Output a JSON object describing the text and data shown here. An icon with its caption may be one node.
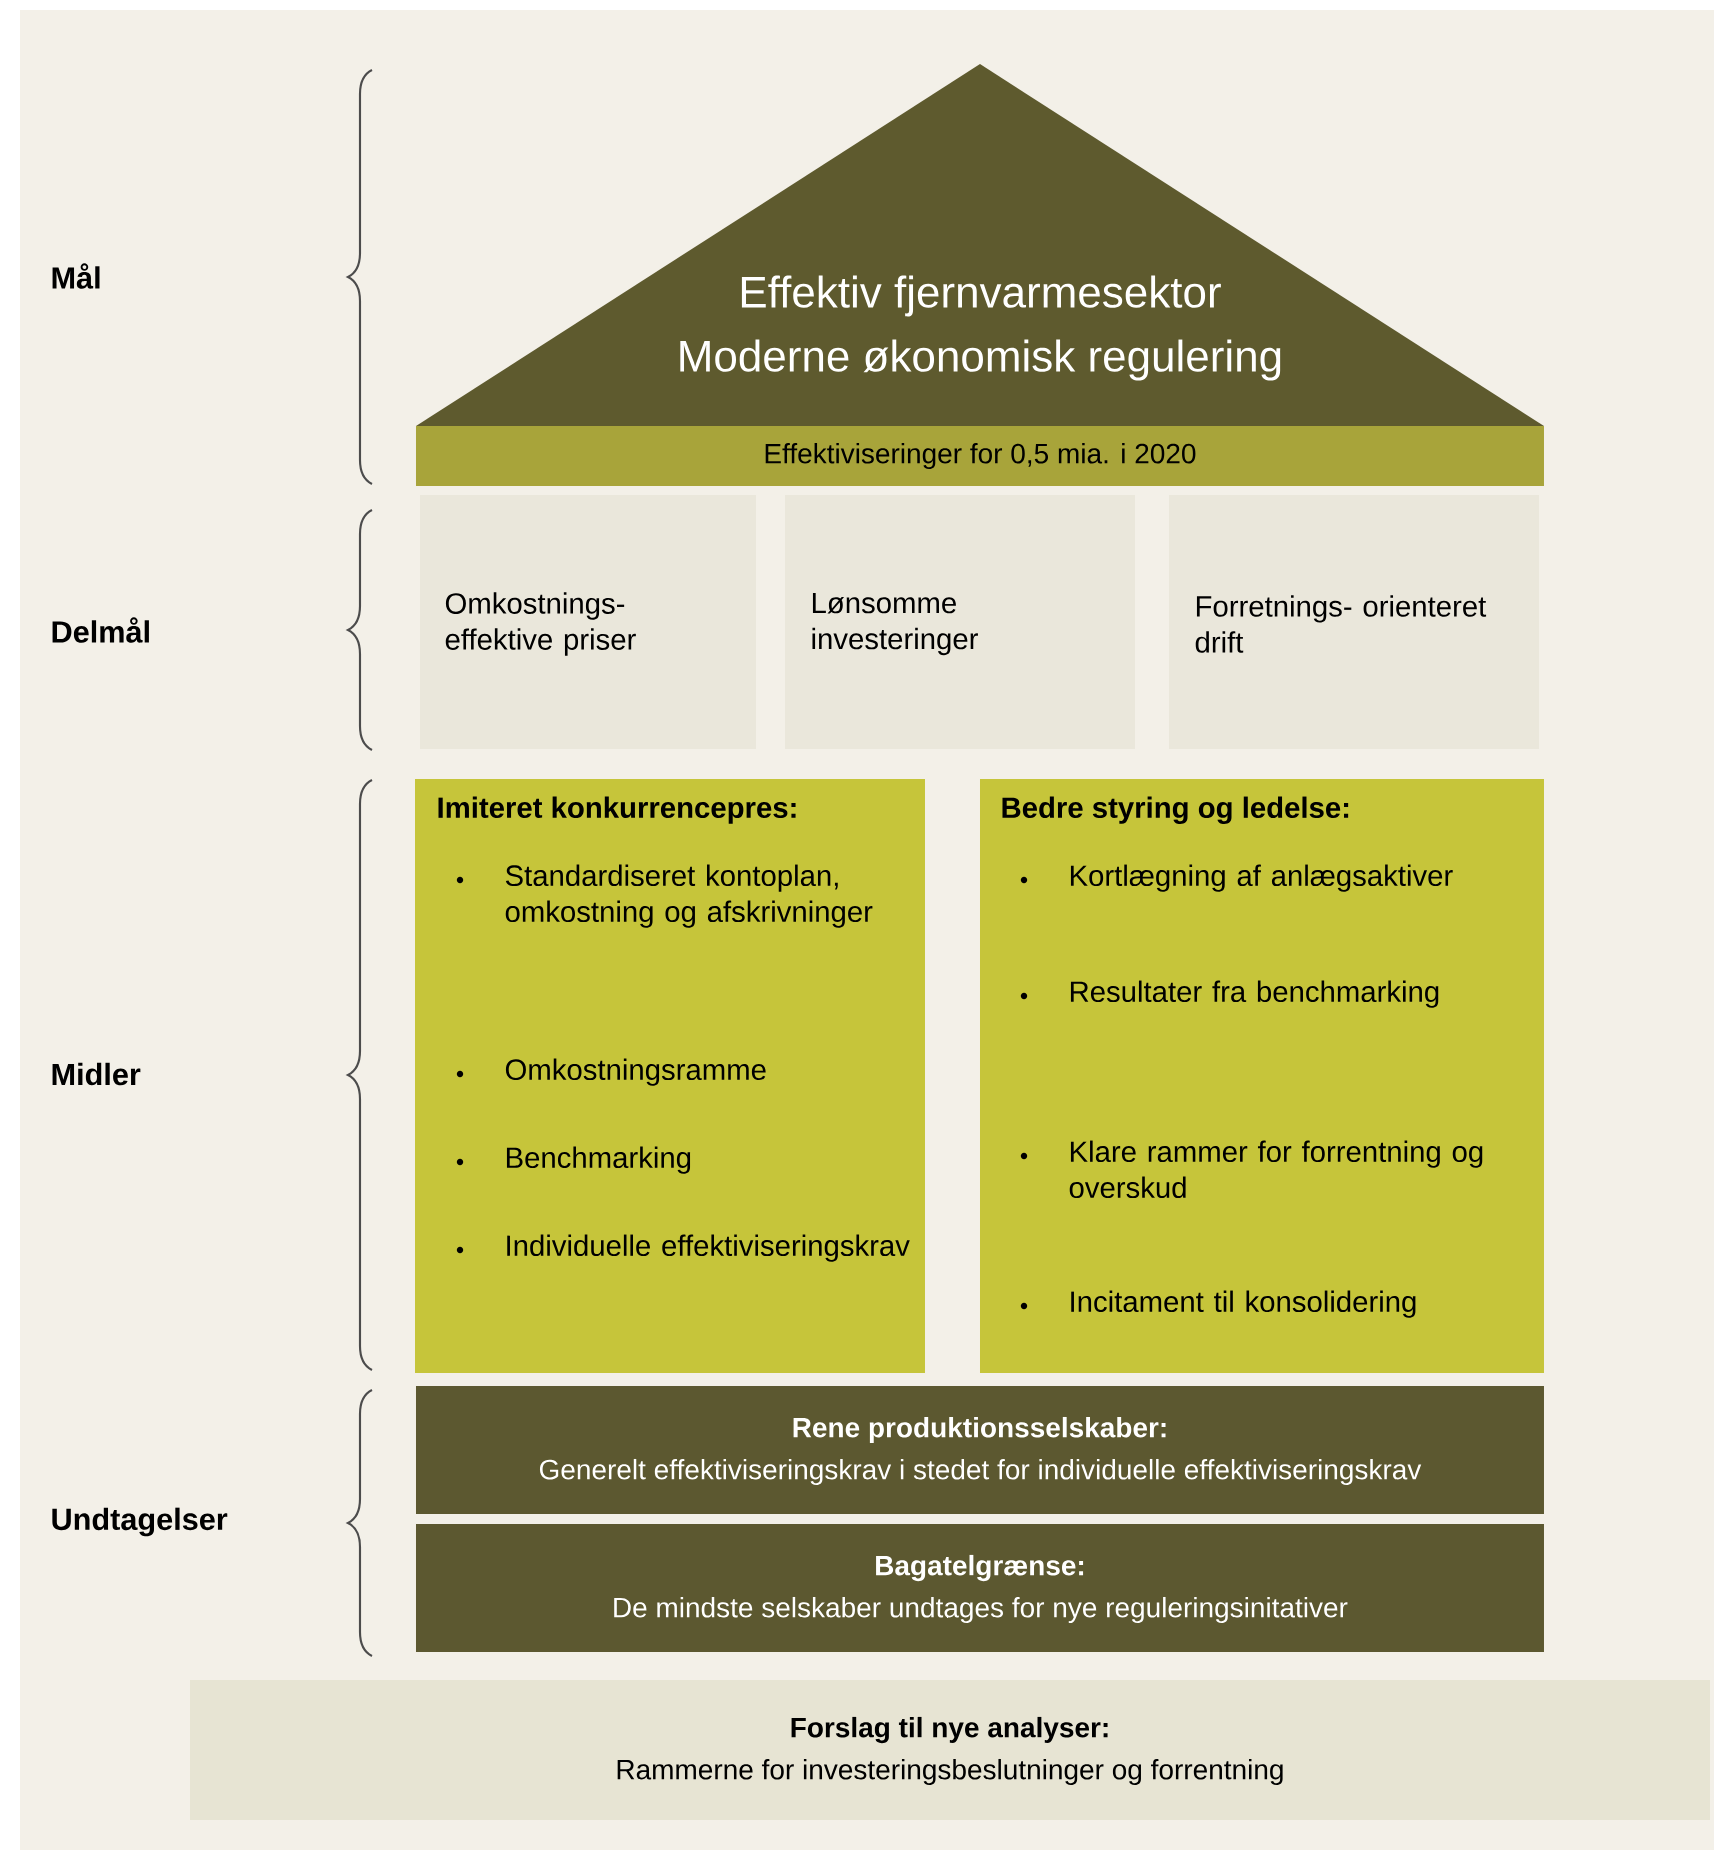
{
  "diagram": {
    "nodes": [
      {
        "text": [
          "Effektiv fjernvarmesektor",
          "Moderne økonomisk regulering"
        ]
      },
      {
        "text": [
          "Effektiviseringer for 0,5 mia. i 2020"
        ]
      },
      {
        "text": [
          "Omkostnings- effektive priser"
        ]
      },
      {
        "text": [
          "Lønsomme investeringer"
        ]
      },
      {
        "text": [
          "Forretnings- orienteret drift"
        ]
      },
      {
        "text": [
          "Imiteret konkurrencepres:",
          "Standardiseret kontoplan, omkostning og afskrivninger",
          "Omkostningsramme",
          "Benchmarking",
          "Individuelle effektiviseringskrav"
        ]
      },
      {
        "text": [
          "Bedre styring og ledelse:",
          "Kortlægning af anlægsaktiver",
          "Resultater fra benchmarking",
          "Klare rammer for forrentning og overskud",
          "Incitament til konsolidering"
        ]
      },
      {
        "text": [
          "Rene produktionsselskaber:",
          "Generelt effektiviseringskrav i stedet for individuelle effektiviseringskrav"
        ]
      },
      {
        "text": [
          "Bagatelgrænse:",
          "De mindste selskaber undtages for nye reguleringsinitativer"
        ]
      },
      {
        "text": [
          "Forslag til nye analyser:",
          "Rammerne for investeringsbeslutninger og forrentning"
        ]
      }
    ],
    "labels": [
      "Mål",
      "Delmål",
      "Midler",
      "Undtagelser"
    ]
  }
}
